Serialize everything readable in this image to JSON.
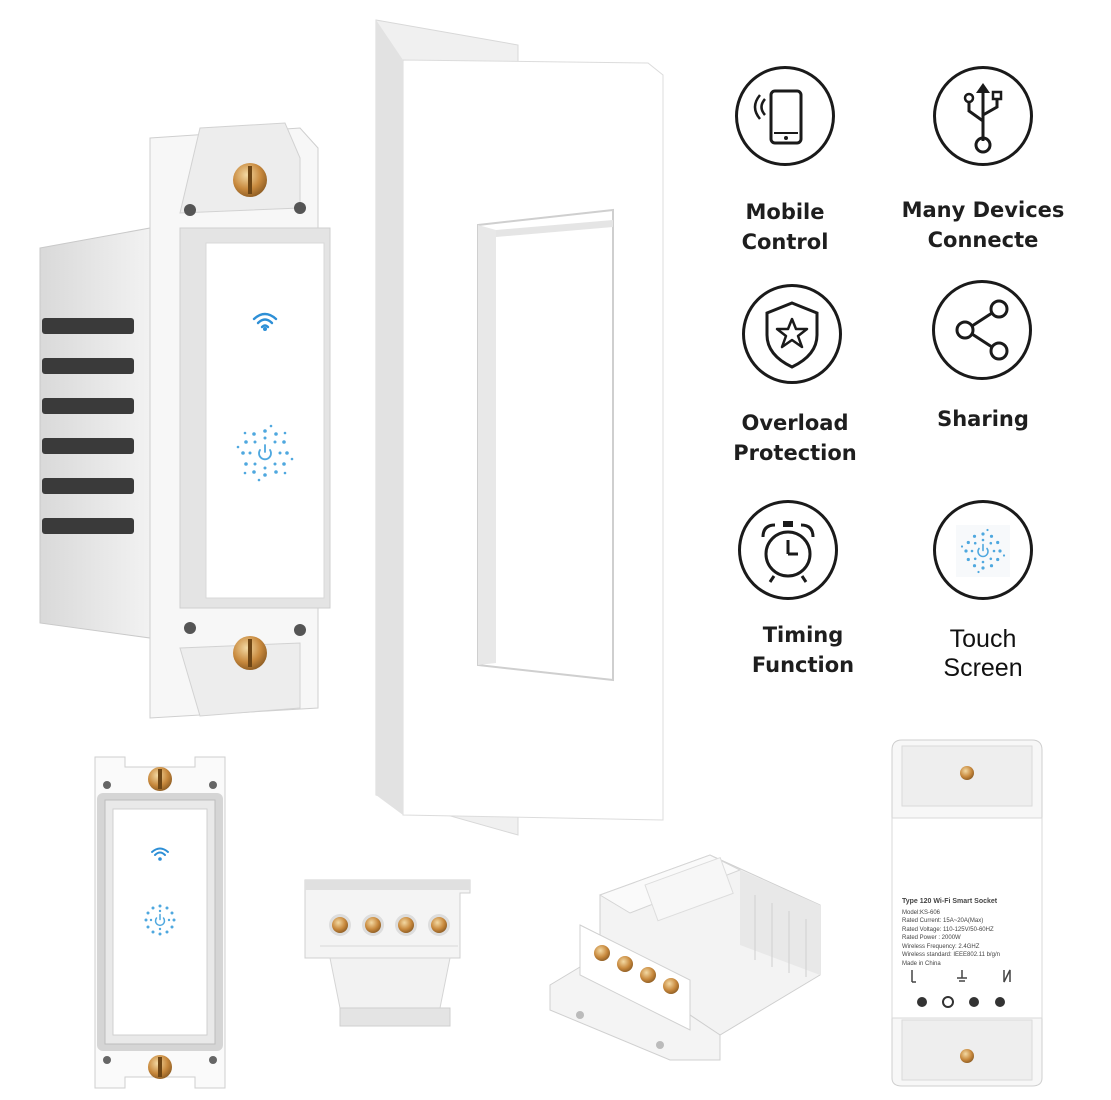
{
  "features": [
    {
      "icon": "smartphone-icon",
      "line1": "Mobile",
      "line2": "Control"
    },
    {
      "icon": "usb-icon",
      "line1": "Many Devices",
      "line2": "Connecte"
    },
    {
      "icon": "shield-star-icon",
      "line1": "Overload",
      "line2": "Protection"
    },
    {
      "icon": "share-icon",
      "line1": "Sharing",
      "line2": ""
    },
    {
      "icon": "alarm-clock-icon",
      "line1": "Timing",
      "line2": "Function"
    },
    {
      "icon": "touch-power-icon",
      "line1": "Touch",
      "line2": "Screen"
    }
  ],
  "label_panel": {
    "title": "Type 120 Wi-Fi Smart Socket",
    "lines": [
      "Model:KS-606",
      "Rated Current: 15A~20A(Max)",
      "Rated Voltage: 110-125V/50-60HZ",
      "Rated Power : 2000W",
      "Wireless Frequency: 2.4GHZ",
      "Wireless standard: IEEE802.11 b/g/n",
      "Made in China"
    ]
  },
  "colors": {
    "wifi_blue": "#2d8fd6",
    "power_blue": "#4fa8df",
    "brass": "#c8893d",
    "outline": "#1a1a1a"
  }
}
